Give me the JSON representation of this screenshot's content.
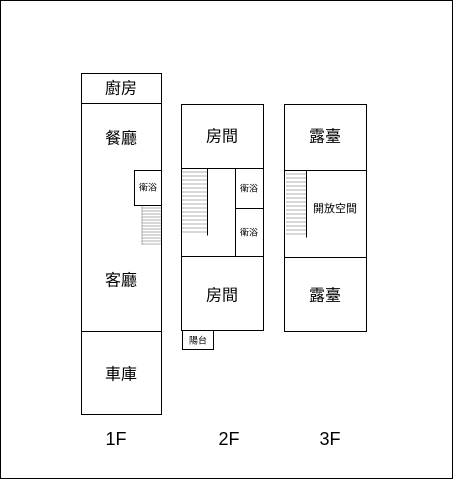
{
  "floors": {
    "f1": {
      "label": "1F",
      "rooms": {
        "kitchen": "廚房",
        "dining": "餐廳",
        "bath": "衛浴",
        "living": "客廳",
        "garage": "車庫"
      }
    },
    "f2": {
      "label": "2F",
      "rooms": {
        "bedroom_top": "房間",
        "bath_a": "衛浴",
        "bath_b": "衛浴",
        "bedroom_bottom": "房間",
        "balcony": "陽台"
      }
    },
    "f3": {
      "label": "3F",
      "rooms": {
        "terrace_top": "露臺",
        "open_space": "開放空間",
        "terrace_bottom": "露臺"
      }
    }
  },
  "colors": {
    "line": "#000000",
    "stair": "#999999",
    "background": "#ffffff"
  }
}
